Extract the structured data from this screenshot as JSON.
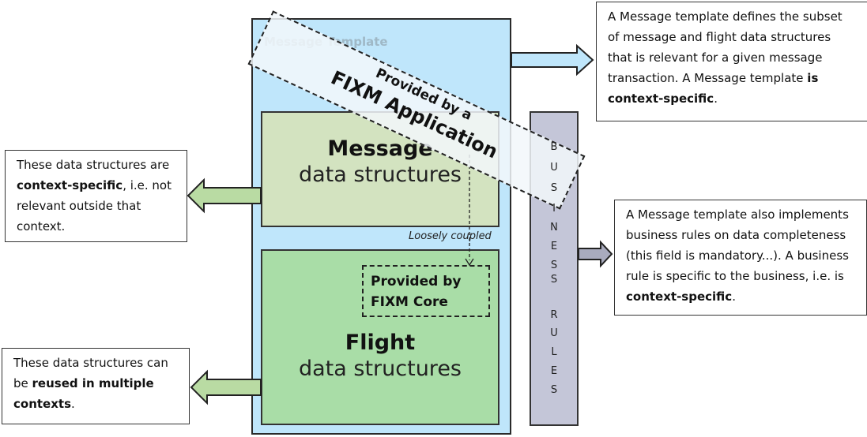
{
  "template": {
    "label": "Message Template"
  },
  "banner": {
    "line1": "Provided by a",
    "line2": "FIXM Application"
  },
  "message_box": {
    "title": "Message",
    "subtitle": "data structures"
  },
  "flight_box": {
    "title": "Flight",
    "subtitle": "data structures"
  },
  "core_box": {
    "line1": "Provided by",
    "line2": "FIXM Core"
  },
  "loosely_coupled": "Loosely coupled",
  "business_rules": {
    "letters": [
      "B",
      "U",
      "S",
      "I",
      "N",
      "E",
      "S",
      "S",
      "R",
      "U",
      "L",
      "E",
      "S"
    ]
  },
  "notes": {
    "template_note": {
      "text1": "A Message template  defines the subset of message and flight data structures that is relevant for a given message transaction. A Message template ",
      "bold1": "is context-specific",
      "text2": "."
    },
    "rules_note": {
      "text1": "A Message template  also implements business rules on data completeness (this field is mandatory...). A business rule is specific to the business, i.e. is ",
      "bold1": "context-specific",
      "text2": "."
    },
    "message_note": {
      "text1": "These data structures are ",
      "bold1": "context-specific",
      "text2": ", i.e. not relevant outside that context."
    },
    "flight_note": {
      "text1": "These data structures can be ",
      "bold1": "reused in multiple contexts",
      "text2": "."
    }
  },
  "colors": {
    "template_fill": "#bfe6fb",
    "message_fill": "#d3e3c0",
    "flight_fill": "#a9dda7",
    "rules_fill": "#c4c6d8",
    "arrow_blue": "#bfe6fb",
    "arrow_green": "#b9dba3",
    "arrow_grey": "#a9abbe"
  }
}
